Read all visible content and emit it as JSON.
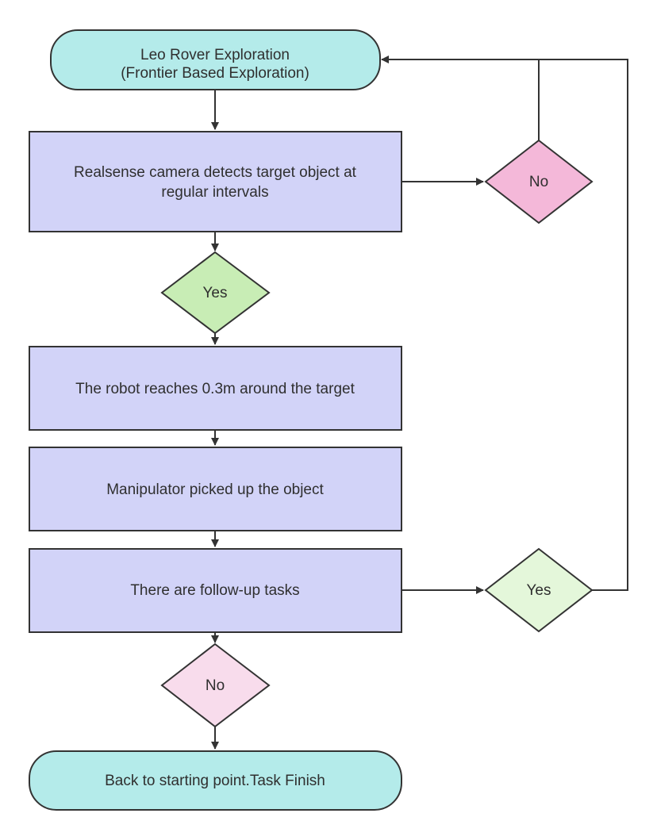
{
  "nodes": {
    "start": {
      "line1": "Leo Rover Exploration",
      "line2": "(Frontier Based Exploration)",
      "fill": "#b4ebea"
    },
    "detect": {
      "line1": "Realsense camera detects target object at",
      "line2": "regular intervals",
      "fill": "#d2d3f8"
    },
    "decision_no_detect": {
      "label": "No",
      "fill": "#f4b8d9"
    },
    "decision_yes_detect": {
      "label": "Yes",
      "fill": "#c8edb5"
    },
    "reach": {
      "label": "The robot reaches 0.3m around the target",
      "fill": "#d2d3f8"
    },
    "pick": {
      "label": "Manipulator picked up the object",
      "fill": "#d2d3f8"
    },
    "followup": {
      "label": "There are follow-up tasks",
      "fill": "#d2d3f8"
    },
    "decision_yes_followup": {
      "label": "Yes",
      "fill": "#e4f7da"
    },
    "decision_no_followup": {
      "label": "No",
      "fill": "#f8dcec"
    },
    "finish": {
      "label": "Back to starting point.Task Finish",
      "fill": "#b4ebea"
    }
  },
  "colors": {
    "stroke": "#333333",
    "text": "#2f2f2f"
  }
}
